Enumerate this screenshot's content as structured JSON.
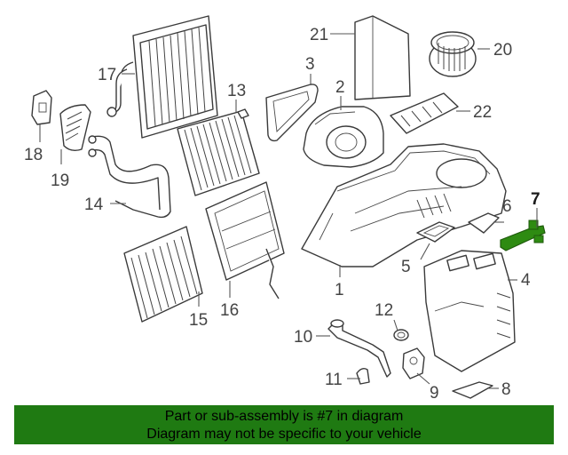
{
  "callouts": {
    "c1": "1",
    "c2": "2",
    "c3": "3",
    "c4": "4",
    "c5": "5",
    "c6": "6",
    "c7": "7",
    "c8": "8",
    "c9": "9",
    "c10": "10",
    "c11": "11",
    "c12": "12",
    "c13": "13",
    "c14": "14",
    "c15": "15",
    "c16": "16",
    "c17": "17",
    "c18": "18",
    "c19": "19",
    "c20": "20",
    "c21": "21",
    "c22": "22"
  },
  "highlight": {
    "part_number": "7",
    "color": "#2e8b12"
  },
  "banner": {
    "line1": "Part or sub-assembly is #7 in diagram",
    "line2": "Diagram may not be specific to your vehicle",
    "background": "#1f7a12"
  }
}
